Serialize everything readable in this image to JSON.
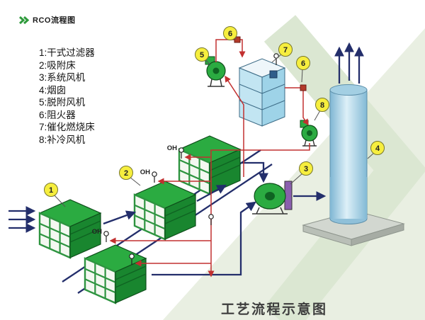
{
  "header": {
    "title": "RCO流程图"
  },
  "legend": {
    "items": [
      "1:干式过滤器",
      "2:吸附床",
      "3:系统风机",
      "4:烟囱",
      "5:脱附风机",
      "6:阻火器",
      "7:催化燃烧床",
      "8:补冷风机"
    ]
  },
  "caption": "工艺流程示意图",
  "badges": [
    "1",
    "2",
    "3",
    "4",
    "5",
    "6",
    "7",
    "6",
    "8"
  ],
  "oh_labels": [
    "OH",
    "OH",
    "OH"
  ],
  "colors": {
    "accent_green": "#2f9b3c",
    "bed_green": "#2bab41",
    "bed_green_dark": "#19862f",
    "badge_yellow": "#f6ee3e",
    "pipe_red": "#c23030",
    "pipe_navy": "#232e6b",
    "unit_blue": "#c2e5f2",
    "chimney_blue": "#a3cfe3",
    "fan_outlet_purple": "#8a5fae",
    "background_band_green": "#e9efe2"
  }
}
